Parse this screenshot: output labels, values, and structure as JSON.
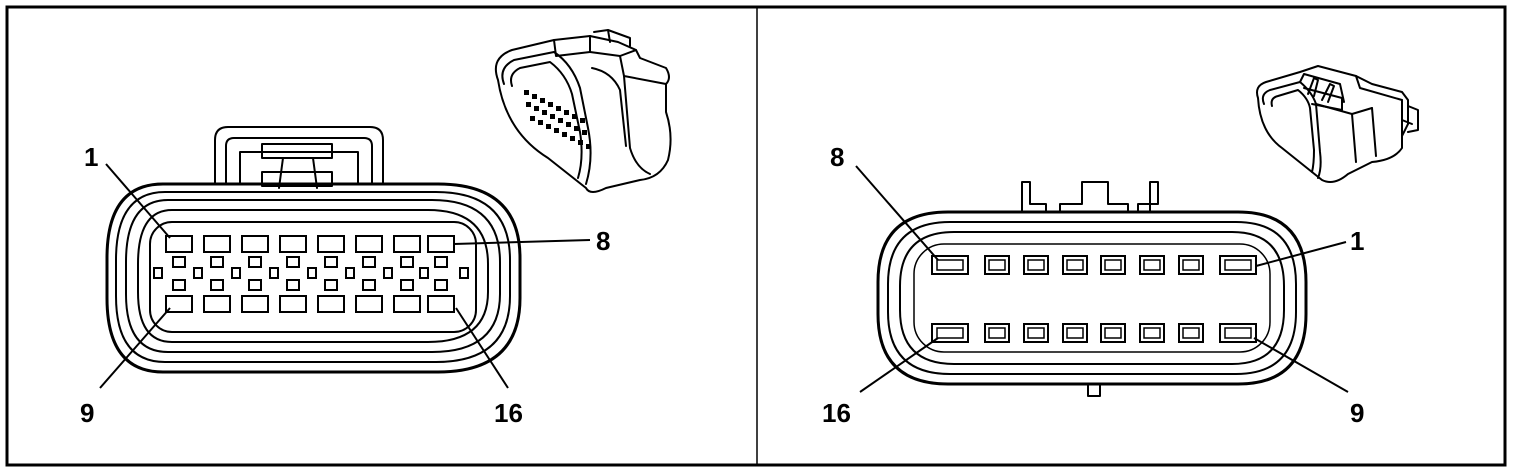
{
  "panels": [
    {
      "id": "female",
      "pin_labels": {
        "top_left": "1",
        "top_right": "8",
        "bottom_left": "9",
        "bottom_right": "16"
      }
    },
    {
      "id": "male",
      "pin_labels": {
        "top_left": "8",
        "top_right": "1",
        "bottom_left": "16",
        "bottom_right": "9"
      }
    }
  ],
  "colors": {
    "line": "#000000",
    "background": "#ffffff"
  }
}
